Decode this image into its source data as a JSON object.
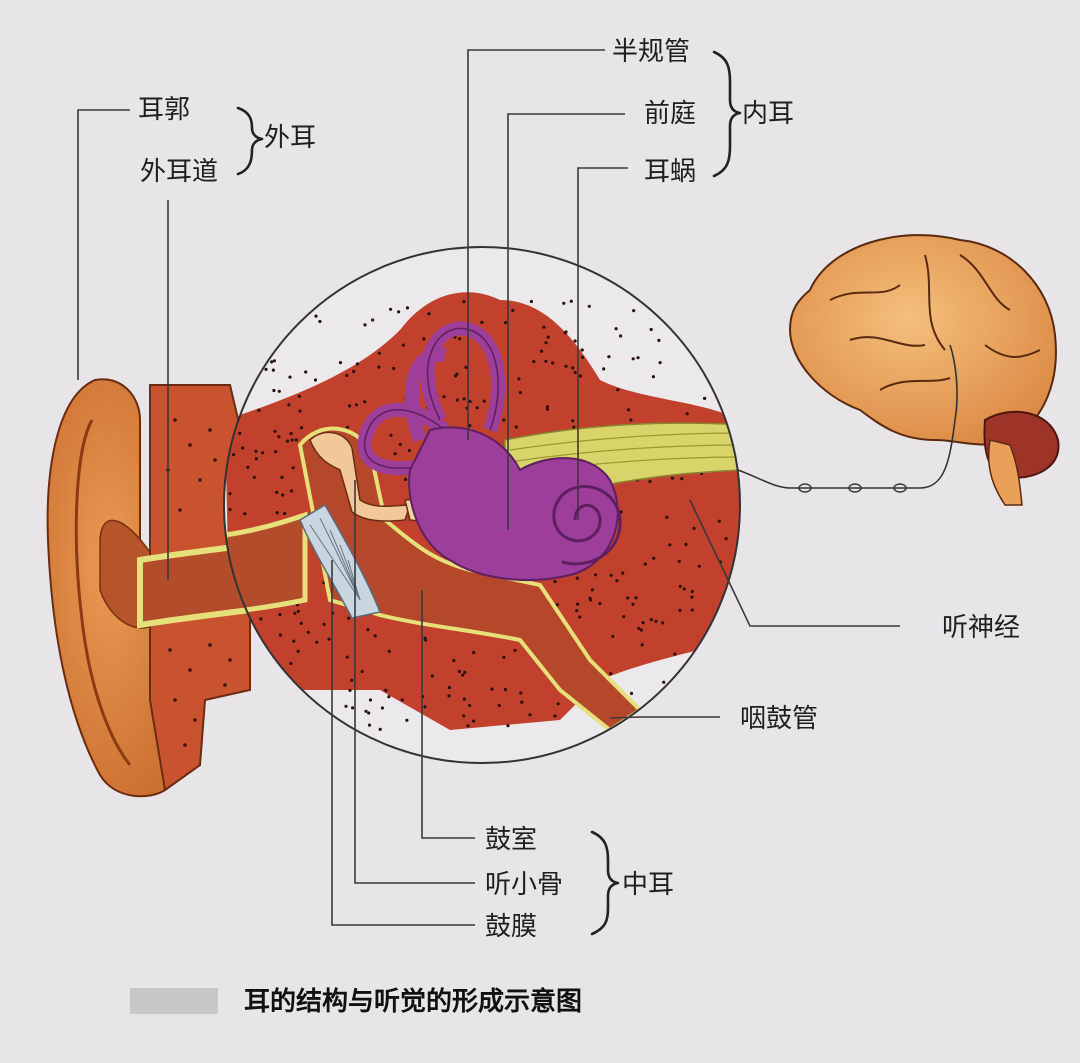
{
  "labels": {
    "auricle": "耳郭",
    "ear_canal": "外耳道",
    "outer_ear": "外耳",
    "semicircular_canals": "半规管",
    "vestibule": "前庭",
    "cochlea": "耳蜗",
    "inner_ear": "内耳",
    "auditory_nerve": "听神经",
    "eustachian_tube": "咽鼓管",
    "tympanic_cavity": "鼓室",
    "ossicles": "听小骨",
    "eardrum": "鼓膜",
    "middle_ear": "中耳"
  },
  "caption": "耳的结构与听觉的形成示意图",
  "colors": {
    "background": "#e7e5e8",
    "skin": "#e28a3e",
    "skin_dark": "#b9501f",
    "tissue": "#c2412d",
    "bone_dot": "#2a120c",
    "cartilage": "#e6e07a",
    "labyrinth": "#9c3e9a",
    "labyrinth_dark": "#5f1f60",
    "nerve": "#d9d46a",
    "brain": "#e9a15a",
    "cerebellum": "#9e3327",
    "eardrum": "#c9d6df"
  }
}
